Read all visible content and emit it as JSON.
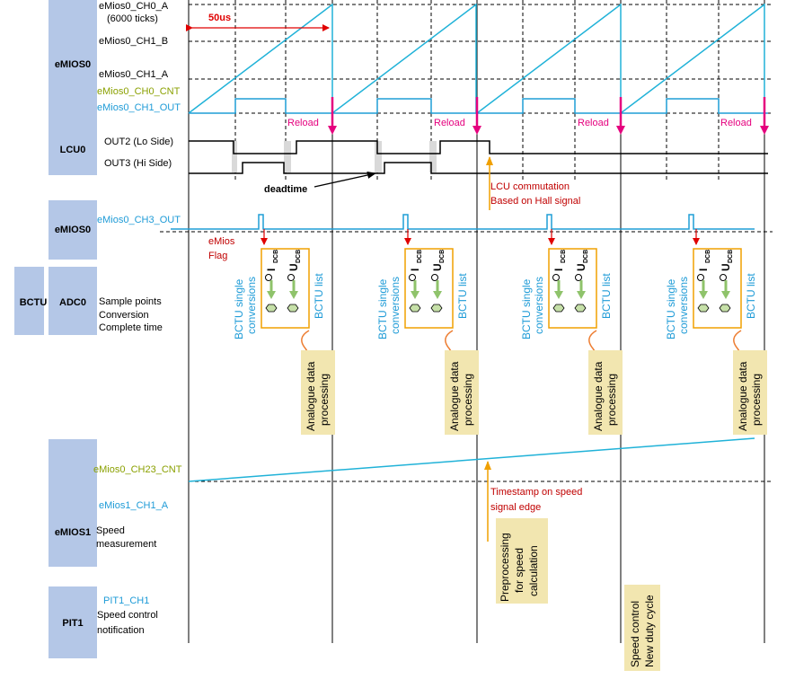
{
  "colors": {
    "block_fill": "#b4c7e7",
    "saw_cyan": "#20b2d8",
    "pwm_blue": "#1f9ed6",
    "reload_magenta": "#e5007e",
    "red_text": "#c00000",
    "olive_text": "#8aa000",
    "cyan_text": "#1e9bd7",
    "orange": "#ed7d31",
    "note_fill": "#f2e6b0",
    "hall_arrow": "#f0a000",
    "green_arrow": "#8fc36b",
    "gray_fill": "#d9d9d9",
    "hexagon_fill": "#c6e0a8"
  },
  "blocks": {
    "emios0_top": "eMIOS0",
    "lcu0": "LCU0",
    "emios0_mid": "eMIOS0",
    "bctu": "BCTU",
    "adc0": "ADC0",
    "emios1": "eMIOS1",
    "pit1": "PIT1"
  },
  "signals": {
    "ch0_a": "eMios0_CH0_A",
    "ticks": "(6000 ticks)",
    "ch1_b": "eMios0_CH1_B",
    "ch1_a": "eMios0_CH1_A",
    "ch0_cnt": "eMios0_CH0_CNT",
    "ch1_out": "eMios0_CH1_OUT",
    "out2": "OUT2 (Lo Side)",
    "out3": "OUT3 (Hi Side)",
    "ch3_out": "eMios0_CH3_OUT",
    "adc_line1": "Sample points",
    "adc_line2": "Conversion",
    "adc_line3": "Complete time",
    "ch23_cnt": "eMios0_CH23_CNT",
    "emios1_ch1_a": "eMios1_CH1_A",
    "speed_line1": "Speed",
    "speed_line2": "measurement",
    "pit1_ch1": "PIT1_CH1",
    "pit_line1": "Speed control",
    "pit_line2": "notification"
  },
  "annotations": {
    "period": "50us",
    "reload": "Reload",
    "deadtime": "deadtime",
    "lcu_comm_1": "LCU commutation",
    "lcu_comm_2": "Based on Hall signal",
    "emios_flag_1": "eMios",
    "emios_flag_2": "Flag",
    "bctu_single_1": "BCTU single",
    "bctu_single_2": "conversions",
    "bctu_list": "BCTU list",
    "i_main": "I",
    "u_main": "U",
    "dcb_sub": "DCB",
    "analogue_1": "Analogue data",
    "analogue_2": "processing",
    "timestamp_1": "Timestamp on speed",
    "timestamp_2": "signal edge",
    "pre_1": "Preprocessing",
    "pre_2": "for speed",
    "pre_3": "calculation",
    "speedctl_1": "Speed control",
    "speedctl_2": "New duty cycle"
  }
}
